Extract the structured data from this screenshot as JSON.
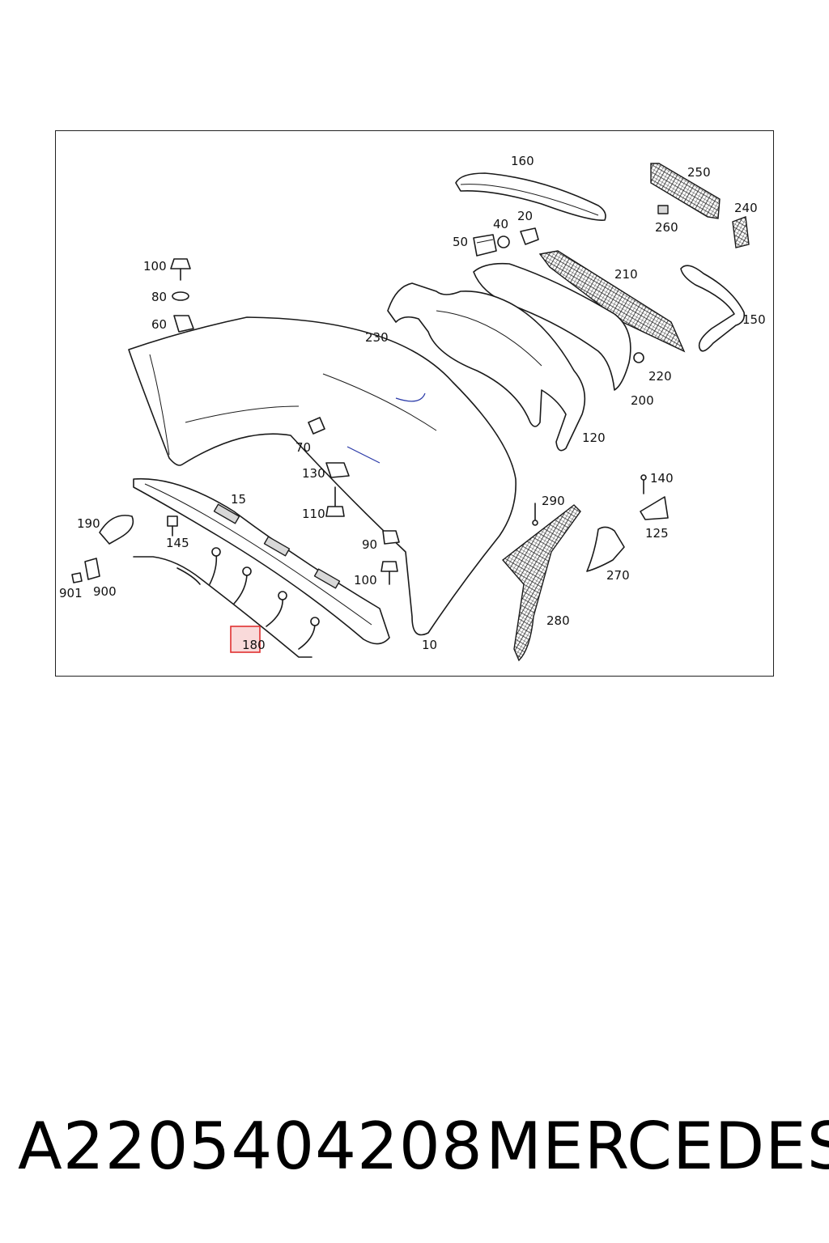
{
  "diagram": {
    "highlight_color": "#e03030",
    "highlighted_part": "180",
    "part_labels": {
      "p160": "160",
      "p250": "250",
      "p240": "240",
      "p260": "260",
      "p40": "40",
      "p20": "20",
      "p50": "50",
      "p210": "210",
      "p150": "150",
      "p100a": "100",
      "p80": "80",
      "p60": "60",
      "p230": "230",
      "p220": "220",
      "p200": "200",
      "p70": "70",
      "p120": "120",
      "p15": "15",
      "p130": "130",
      "p140": "140",
      "p190": "190",
      "p110": "110",
      "p290": "290",
      "p125": "125",
      "p145": "145",
      "p90": "90",
      "p270": "270",
      "p901": "901",
      "p900": "900",
      "p100b": "100",
      "p280": "280",
      "p10": "10",
      "p180": "180"
    }
  },
  "footer": {
    "part_number": "A2205404208",
    "brand": "MERCEDES"
  }
}
